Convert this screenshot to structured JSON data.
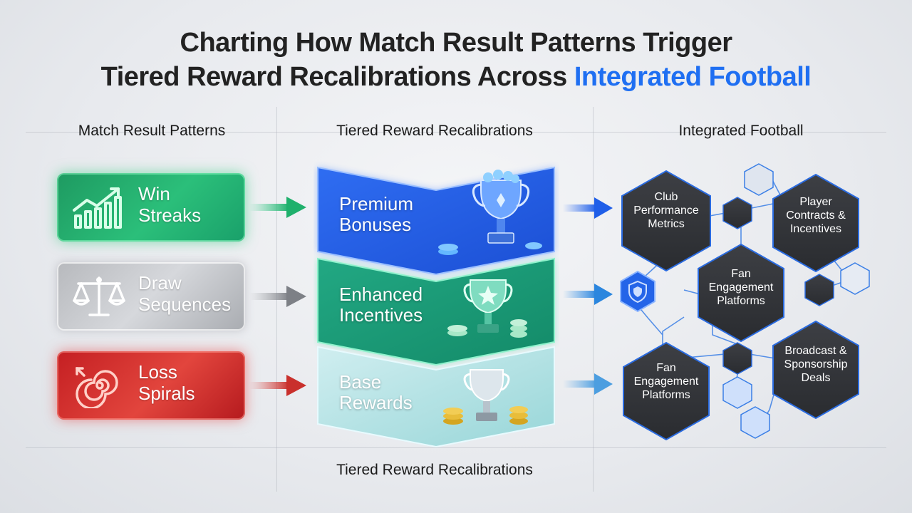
{
  "title": {
    "line1": "Charting How Match Result Patterns Trigger",
    "line2_main": "Tiered Reward Recalibrations Across ",
    "line2_accent": "Integrated Football"
  },
  "columns": {
    "left": "Match Result Patterns",
    "middle": "Tiered Reward Recalibrations",
    "right": "Integrated Football"
  },
  "patterns": [
    {
      "label": "Win\nStreaks",
      "icon": "rising-chart-icon",
      "color": "#23ad6e"
    },
    {
      "label": "Draw\nSequences",
      "icon": "balance-scale-icon",
      "color": "#bfc1c5"
    },
    {
      "label": "Loss\nSpirals",
      "icon": "spiral-icon",
      "color": "#d3332f"
    }
  ],
  "tiers": [
    {
      "label": "Premium\nBonuses",
      "icon": "trophy-cup-icon",
      "color": "#2a64e6"
    },
    {
      "label": "Enhanced\nIncentives",
      "icon": "trophy-star-icon",
      "color": "#1fa27a"
    },
    {
      "label": "Base\nRewards",
      "icon": "trophy-coins-icon",
      "color": "#a9dcdb"
    }
  ],
  "network": {
    "nodes": {
      "club": [
        "Club",
        "Performance",
        "Metrics"
      ],
      "player": [
        "Player",
        "Contracts &",
        "Incentives"
      ],
      "fan_center": [
        "Fan",
        "Engagement",
        "Platforms"
      ],
      "fan_lower": [
        "Fan",
        "Engagement",
        "Platforms"
      ],
      "broadcast": [
        "Broadcast &",
        "Sponsorship",
        "Deals"
      ]
    },
    "center_icon": "shield-icon",
    "accent_color": "#1f6ff2"
  },
  "footer": "Tiered Reward Recalibrations"
}
